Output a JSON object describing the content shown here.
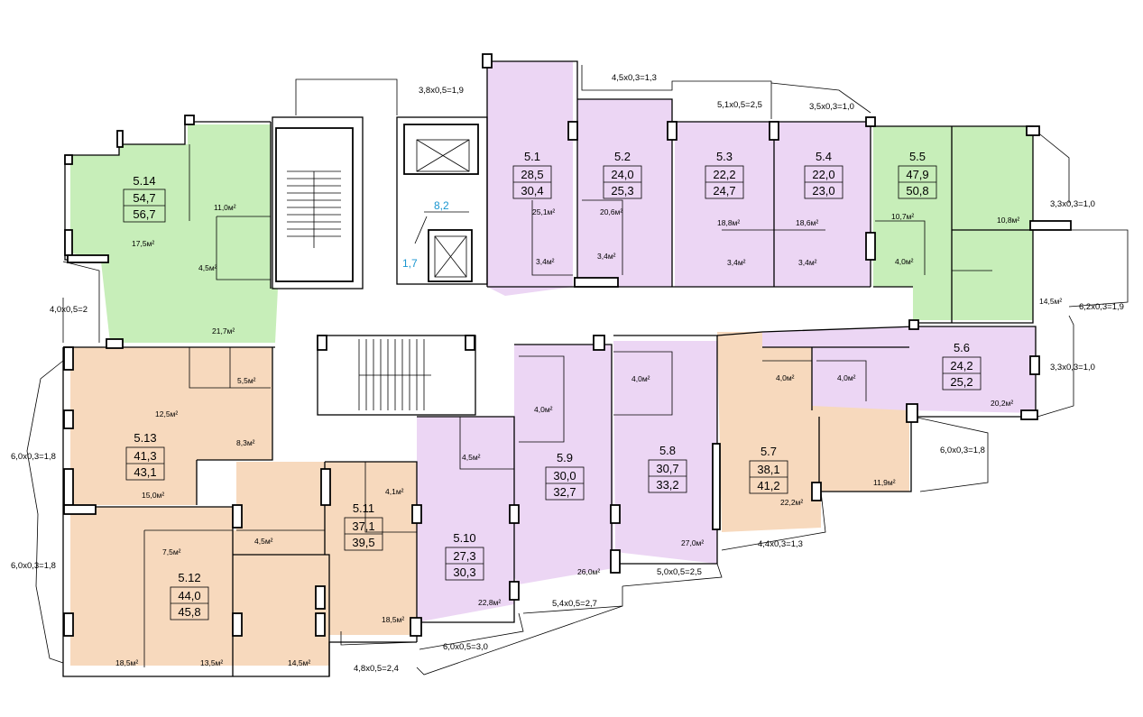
{
  "colors": {
    "pink": "#ecd6f4",
    "green": "#c7eeb9",
    "peach": "#f7d9bd",
    "dimension_blue": "#1a96d0"
  },
  "apartments": [
    {
      "id": "5.1",
      "living": "28,5",
      "total": "30,4"
    },
    {
      "id": "5.2",
      "living": "24,0",
      "total": "25,3"
    },
    {
      "id": "5.3",
      "living": "22,2",
      "total": "24,7"
    },
    {
      "id": "5.4",
      "living": "22,0",
      "total": "23,0"
    },
    {
      "id": "5.5",
      "living": "47,9",
      "total": "50,8"
    },
    {
      "id": "5.6",
      "living": "24,2",
      "total": "25,2"
    },
    {
      "id": "5.7",
      "living": "38,1",
      "total": "41,2"
    },
    {
      "id": "5.8",
      "living": "30,7",
      "total": "33,2"
    },
    {
      "id": "5.9",
      "living": "30,0",
      "total": "32,7"
    },
    {
      "id": "5.10",
      "living": "27,3",
      "total": "30,3"
    },
    {
      "id": "5.11",
      "living": "37,1",
      "total": "39,5"
    },
    {
      "id": "5.12",
      "living": "44,0",
      "total": "45,8"
    },
    {
      "id": "5.13",
      "living": "41,3",
      "total": "43,1"
    },
    {
      "id": "5.14",
      "living": "54,7",
      "total": "56,7"
    }
  ],
  "room_areas": [
    "11,0м²",
    "17,5м²",
    "4,5м²",
    "21,7м²",
    "25,1м²",
    "3,4м²",
    "20,6м²",
    "3,4м²",
    "18,8м²",
    "3,4м²",
    "18,6м²",
    "3,4м²",
    "10,7м²",
    "4,0м²",
    "10,8м²",
    "14,5м²",
    "5,5м²",
    "12,5м²",
    "8,3м²",
    "15,0м²",
    "7,5м²",
    "4,5м²",
    "18,5м²",
    "13,5м²",
    "14,5м²",
    "4,1м²",
    "18,5м²",
    "4,5м²",
    "4,0м²",
    "22,8м²",
    "26,0м²",
    "4,0м²",
    "27,0м²",
    "4,0м²",
    "4,0м²",
    "22,2м²",
    "11,9м²",
    "20,2м²"
  ],
  "balconies": [
    "3,8x0,5=1,9",
    "4,5x0,3=1,3",
    "5,1x0,5=2,5",
    "3,5x0,3=1,0",
    "3,3x0,3=1,0",
    "6,2x0,3=1,9",
    "3,3x0,3=1,0",
    "6,0x0,3=1,8",
    "4,4x0,3=1,3",
    "5,0x0,5=2,5",
    "5,4x0,5=2,7",
    "6,0x0,5=3,0",
    "4,8x0,5=2,4",
    "4,0x0,5=2",
    "6,0x0,3=1,8",
    "6,0x0,3=1,8"
  ],
  "elevator_dims": {
    "width": "8,2",
    "depth": "1,7"
  }
}
